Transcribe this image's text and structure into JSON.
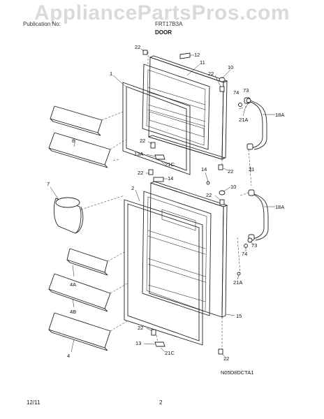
{
  "watermark": "AppliancePartsPros.com",
  "header": {
    "publication": "Publication No:",
    "model": "FRT17B3A",
    "section": "DOOR"
  },
  "diagram_code": "N05D8DCTA1",
  "footer": {
    "date": "12/11",
    "page": "2"
  },
  "callouts": {
    "c22_top": "22",
    "c12": "12",
    "c11": "11",
    "c10_top": "10",
    "c22_b": "22",
    "c1": "1",
    "c74_top": "74",
    "c73_top": "73",
    "c21A_top": "21A",
    "c18A_top": "18A",
    "c8": "8",
    "c22_mid": "22",
    "c13A": "13A",
    "c21C_top": "21C",
    "c22_hinge": "22",
    "c21": "21",
    "c14": "14",
    "c22_c": "22",
    "c14_b": "14",
    "c10_b": "10",
    "c2": "2",
    "c7": "7",
    "c22_d": "22",
    "c18A_b": "18A",
    "c73_b": "73",
    "c74_b": "74",
    "c4A": "4A",
    "c21A_b": "21A",
    "c4B": "4B",
    "c15": "15",
    "c22_e": "22",
    "c13": "13",
    "c21C_b": "21C",
    "c4": "4",
    "c22_f": "22"
  }
}
